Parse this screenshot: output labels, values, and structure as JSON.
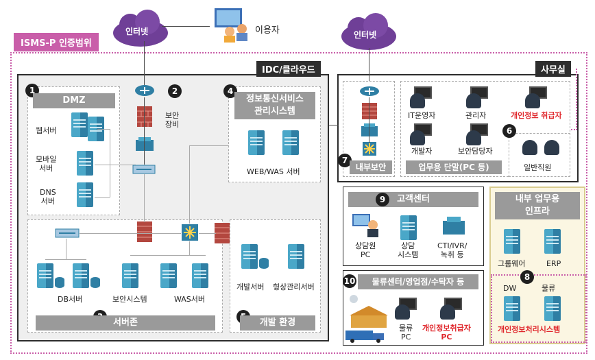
{
  "scope": {
    "label": "ISMS-P 인증범위"
  },
  "internet": {
    "top_left": "인터넷",
    "top_right": "인터넷"
  },
  "users": {
    "label": "이용자"
  },
  "idc": {
    "tag": "IDC/클라우드"
  },
  "office": {
    "tag": "사무실"
  },
  "zones": {
    "dmz": {
      "num": "1",
      "title": "DMZ",
      "servers": [
        "웹서버",
        "모바일\n서버",
        "DNS\n서버"
      ]
    },
    "security": {
      "num": "2",
      "label": "보안\n장비"
    },
    "server_zone": {
      "num": "3",
      "title": "서버존",
      "items": [
        "DB서버",
        "보안시스템",
        "WAS서버"
      ]
    },
    "ict_service": {
      "num": "4",
      "title": "정보통신서비스\n관리시스템",
      "item": "WEB/WAS 서버"
    },
    "dev_env": {
      "num": "5",
      "title": "개발 환경",
      "items": [
        "개발서버",
        "형상관리서버"
      ]
    },
    "general_staff": {
      "num": "6",
      "label": "일반직원"
    },
    "internal_security": {
      "num": "7",
      "title": "내부보안"
    },
    "work_terminals": {
      "title": "업무용 단말(PC 등)",
      "users": [
        "IT운영자",
        "관리자",
        "개인정보 취급자",
        "개발자",
        "보안담당자"
      ]
    },
    "internal_infra": {
      "num": "8",
      "title": "내부 업무용\n인프라",
      "items": [
        "그룹웨어",
        "ERP",
        "DW",
        "물류"
      ],
      "pis": "개인정보처리시스템"
    },
    "customer_center": {
      "num": "9",
      "title": "고객센터",
      "items": [
        "상담원\nPC",
        "상담\n시스템",
        "CTI/IVR/\n녹취 등"
      ]
    },
    "logistics": {
      "num": "10",
      "title": "물류센터/영업점/수탁자 등",
      "items": [
        "물류\nPC",
        "개인정보취급자\nPC"
      ]
    }
  },
  "colors": {
    "scope": "#c95ea9",
    "accent_red": "#e0282d",
    "server_blue": "#2f7fa4",
    "panel_bg": "#efefef",
    "infra_bg": "#fbf6e2"
  }
}
